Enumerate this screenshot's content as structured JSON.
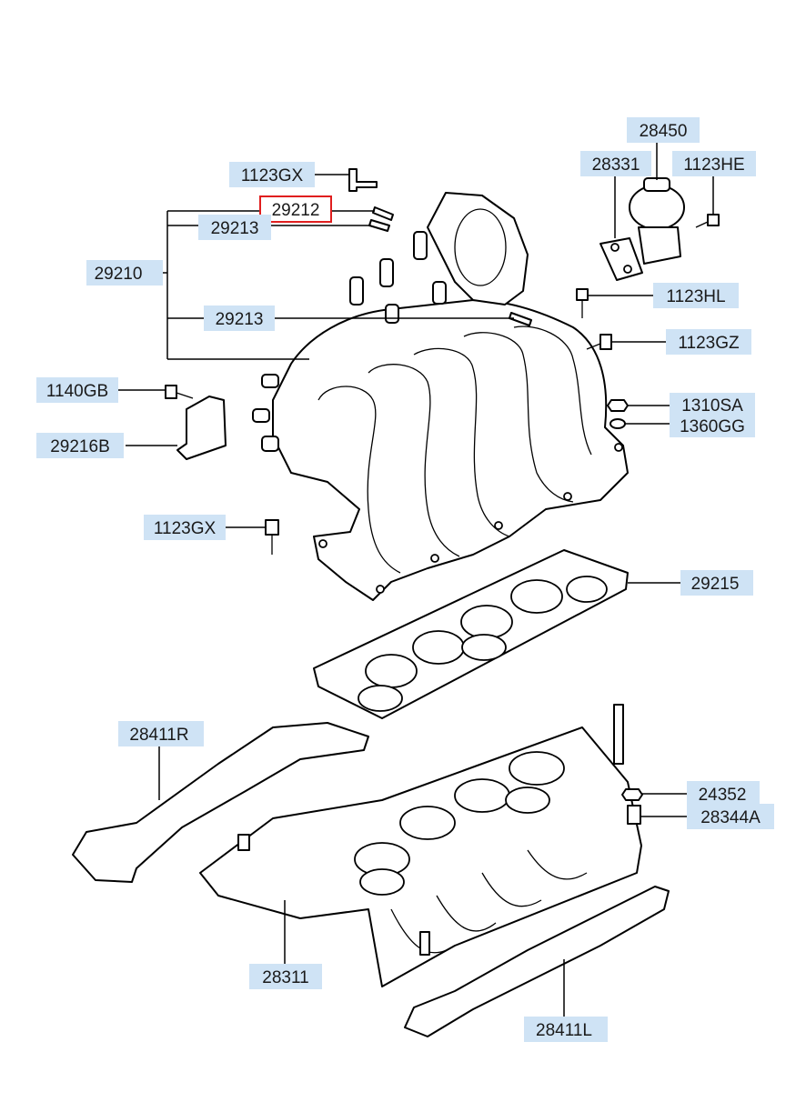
{
  "diagram": {
    "selected_part": "29212",
    "colors": {
      "label_fill": "#cfe3f5",
      "highlight": "#e01e1e",
      "ink": "#000000"
    },
    "labels": {
      "p28450": "28450",
      "p28331": "28331",
      "p1123HE": "1123HE",
      "p1123GX_top": "1123GX",
      "p29212": "29212",
      "p29213_a": "29213",
      "p29210": "29210",
      "p1123HL": "1123HL",
      "p29213_b": "29213",
      "p1123GZ": "1123GZ",
      "p1140GB": "1140GB",
      "p1310SA": "1310SA",
      "p1360GG": "1360GG",
      "p29216B": "29216B",
      "p1123GX_mid": "1123GX",
      "p29215": "29215",
      "p28411R": "28411R",
      "p24352": "24352",
      "p28344A": "28344A",
      "p28311": "28311",
      "p28411L": "28411L"
    }
  }
}
